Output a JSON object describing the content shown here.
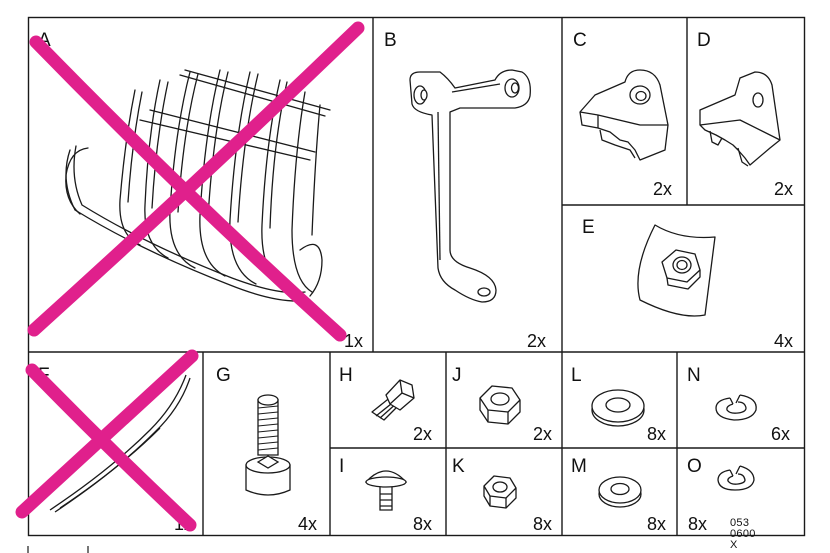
{
  "parts": {
    "A": {
      "letter": "A",
      "qty": "1x",
      "crossed_out": true
    },
    "B": {
      "letter": "B",
      "qty": "2x"
    },
    "C": {
      "letter": "C",
      "qty": "2x"
    },
    "D": {
      "letter": "D",
      "qty": "2x"
    },
    "E": {
      "letter": "E",
      "qty": "4x"
    },
    "F": {
      "letter": "F",
      "qty": "1x",
      "crossed_out": true
    },
    "G": {
      "letter": "G",
      "qty": "4x"
    },
    "H": {
      "letter": "H",
      "qty": "2x"
    },
    "J": {
      "letter": "J",
      "qty": "2x"
    },
    "L": {
      "letter": "L",
      "qty": "8x"
    },
    "N": {
      "letter": "N",
      "qty": "6x"
    },
    "I": {
      "letter": "I",
      "qty": "8x"
    },
    "K": {
      "letter": "K",
      "qty": "8x"
    },
    "M": {
      "letter": "M",
      "qty": "8x"
    },
    "O": {
      "letter": "O",
      "qty": "8x"
    }
  },
  "drawing_number": "053 0600 X",
  "colors": {
    "cross_mark": "#e0208c",
    "line": "#1a1a1a"
  }
}
